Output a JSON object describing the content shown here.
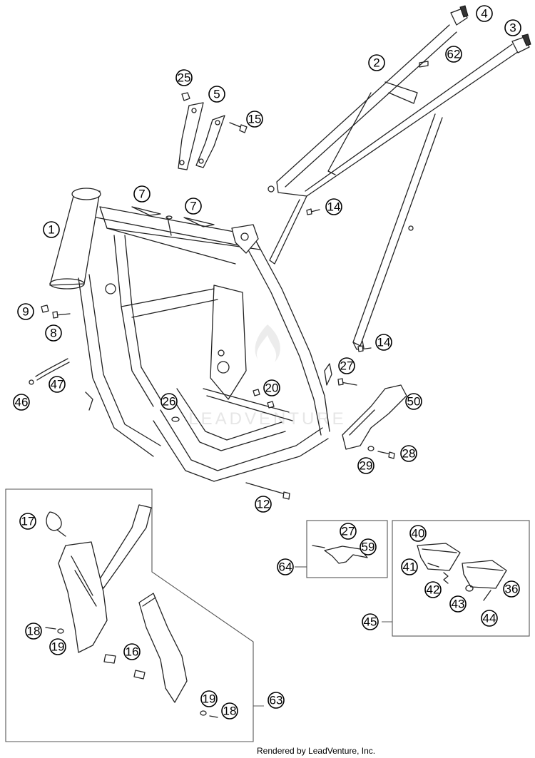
{
  "footer": "Rendered by LeadVenture, Inc.",
  "watermark_text": "LEADVENTURE",
  "callouts": [
    {
      "id": "c4",
      "label": "4"
    },
    {
      "id": "c3",
      "label": "3"
    },
    {
      "id": "c2",
      "label": "2"
    },
    {
      "id": "c62",
      "label": "62"
    },
    {
      "id": "c25",
      "label": "25"
    },
    {
      "id": "c5",
      "label": "5"
    },
    {
      "id": "c15",
      "label": "15"
    },
    {
      "id": "c7a",
      "label": "7"
    },
    {
      "id": "c7b",
      "label": "7"
    },
    {
      "id": "c14a",
      "label": "14"
    },
    {
      "id": "c1",
      "label": "1"
    },
    {
      "id": "c9",
      "label": "9"
    },
    {
      "id": "c8",
      "label": "8"
    },
    {
      "id": "c14b",
      "label": "14"
    },
    {
      "id": "c27a",
      "label": "27"
    },
    {
      "id": "c47",
      "label": "47"
    },
    {
      "id": "c46",
      "label": "46"
    },
    {
      "id": "c20",
      "label": "20"
    },
    {
      "id": "c26",
      "label": "26"
    },
    {
      "id": "c50",
      "label": "50"
    },
    {
      "id": "c28",
      "label": "28"
    },
    {
      "id": "c29",
      "label": "29"
    },
    {
      "id": "c12",
      "label": "12"
    },
    {
      "id": "c17",
      "label": "17"
    },
    {
      "id": "c27b",
      "label": "27"
    },
    {
      "id": "c59",
      "label": "59"
    },
    {
      "id": "c64",
      "label": "64"
    },
    {
      "id": "c40",
      "label": "40"
    },
    {
      "id": "c41",
      "label": "41"
    },
    {
      "id": "c42",
      "label": "42"
    },
    {
      "id": "c43",
      "label": "43"
    },
    {
      "id": "c36",
      "label": "36"
    },
    {
      "id": "c44",
      "label": "44"
    },
    {
      "id": "c45",
      "label": "45"
    },
    {
      "id": "c18a",
      "label": "18"
    },
    {
      "id": "c19a",
      "label": "19"
    },
    {
      "id": "c16",
      "label": "16"
    },
    {
      "id": "c19b",
      "label": "19"
    },
    {
      "id": "c18b",
      "label": "18"
    },
    {
      "id": "c63",
      "label": "63"
    }
  ]
}
